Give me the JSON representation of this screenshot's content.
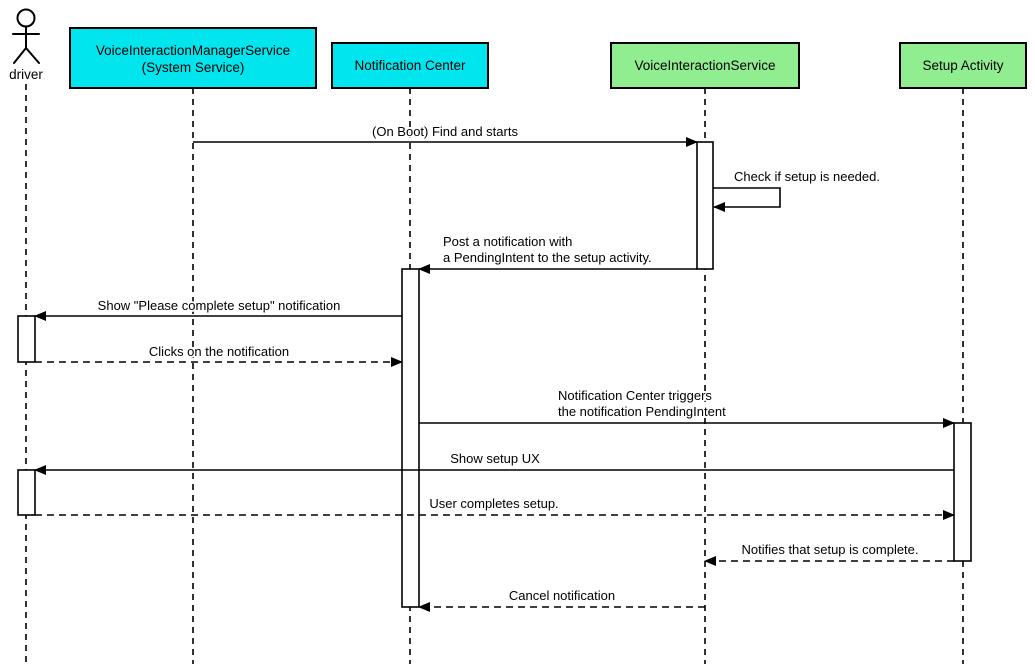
{
  "diagram": {
    "type": "uml-sequence-diagram",
    "colors": {
      "participant_cyan": "#00e5ee",
      "participant_green": "#90ee90",
      "stroke": "#000000",
      "background": "#ffffff",
      "text": "#000000"
    },
    "actor": {
      "label": "driver",
      "icon": "person-stick-figure-icon"
    },
    "participants": [
      {
        "label_line1": "VoiceInteractionManagerService",
        "label_line2": "(System Service)",
        "fill": "#00e5ee"
      },
      {
        "label": "Notification Center",
        "fill": "#00e5ee"
      },
      {
        "label": "VoiceInteractionService",
        "fill": "#90ee90"
      },
      {
        "label": "Setup Activity",
        "fill": "#90ee90"
      }
    ],
    "messages": [
      {
        "from": "VoiceInteractionManagerService (System Service)",
        "to": "VoiceInteractionService",
        "label": "(On Boot) Find and starts",
        "line": "solid"
      },
      {
        "from": "VoiceInteractionService",
        "to": "VoiceInteractionService",
        "label": "Check if setup is needed.",
        "line": "solid",
        "self_message": true
      },
      {
        "from": "VoiceInteractionService",
        "to": "Notification Center",
        "label_line1": "Post a notification with",
        "label_line2": "a PendingIntent to the setup activity.",
        "line": "solid"
      },
      {
        "from": "Notification Center",
        "to": "driver",
        "label": "Show \"Please complete setup\" notification",
        "line": "solid"
      },
      {
        "from": "driver",
        "to": "Notification Center",
        "label": "Clicks on the notification",
        "line": "dashed"
      },
      {
        "from": "Notification Center",
        "to": "Setup Activity",
        "label_line1": "Notification Center triggers",
        "label_line2": "the notification PendingIntent",
        "line": "solid"
      },
      {
        "from": "Setup Activity",
        "to": "driver",
        "label": "Show setup UX",
        "line": "solid"
      },
      {
        "from": "driver",
        "to": "Setup Activity",
        "label": "User completes setup.",
        "line": "dashed"
      },
      {
        "from": "Setup Activity",
        "to": "VoiceInteractionService",
        "label": "Notifies that setup is complete.",
        "line": "dashed"
      },
      {
        "from": "VoiceInteractionService",
        "to": "Notification Center",
        "label": "Cancel notification",
        "line": "dashed"
      }
    ]
  }
}
